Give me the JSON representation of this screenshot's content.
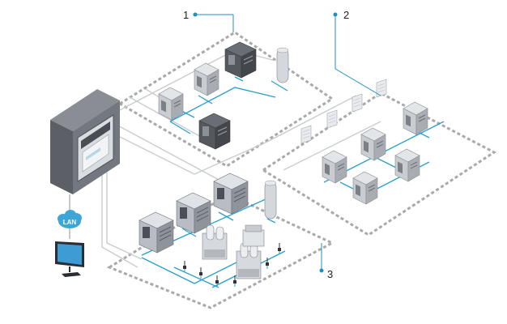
{
  "diagram": {
    "callouts": [
      {
        "id": "zone-1",
        "label": "1"
      },
      {
        "id": "zone-2",
        "label": "2"
      },
      {
        "id": "zone-3",
        "label": "3"
      }
    ],
    "network_label": "LAN",
    "colors": {
      "pipe": "#2a9fc9",
      "callout": "#1f8fbf",
      "zone_border": "#a9a9a9",
      "controller_body": "#6c7077",
      "compressor_light": "#c9ccd1",
      "compressor_dark": "#4a4d52",
      "cloud": "#3ea6d6"
    },
    "icons": [
      "controller-cabinet-icon",
      "lan-cloud-icon",
      "monitor-icon",
      "compressor-icon",
      "dryer-icon",
      "air-receiver-tank-icon",
      "filter-icon",
      "drain-valve-icon"
    ]
  }
}
